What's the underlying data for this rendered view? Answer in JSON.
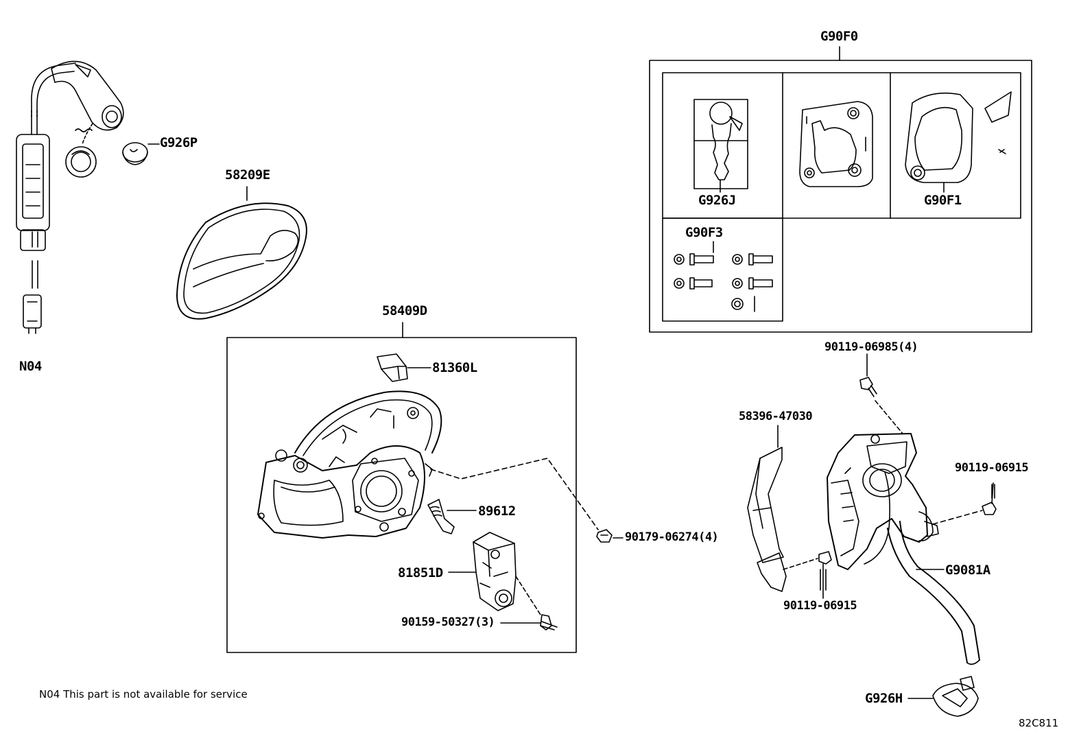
{
  "labels": {
    "g926p": "G926P",
    "p58209e": "58209E",
    "n04": "N04",
    "g90f0": "G90F0",
    "g926j": "G926J",
    "g90f1": "G90F1",
    "g90f3": "G90F3",
    "p58409d": "58409D",
    "p81360l": "81360L",
    "p89612": "89612",
    "p81851d": "81851D",
    "p90159": "90159-50327(3)",
    "p90179": "90179-06274(4)",
    "p90119_06985": "90119-06985(4)",
    "p58396": "58396-47030",
    "p90119_06915_r": "90119-06915",
    "p90119_06915_b": "90119-06915",
    "g9081a": "G9081A",
    "g926h": "G926H"
  },
  "footnote": "N04 This part is not available for service",
  "diagram_code": "82C811"
}
